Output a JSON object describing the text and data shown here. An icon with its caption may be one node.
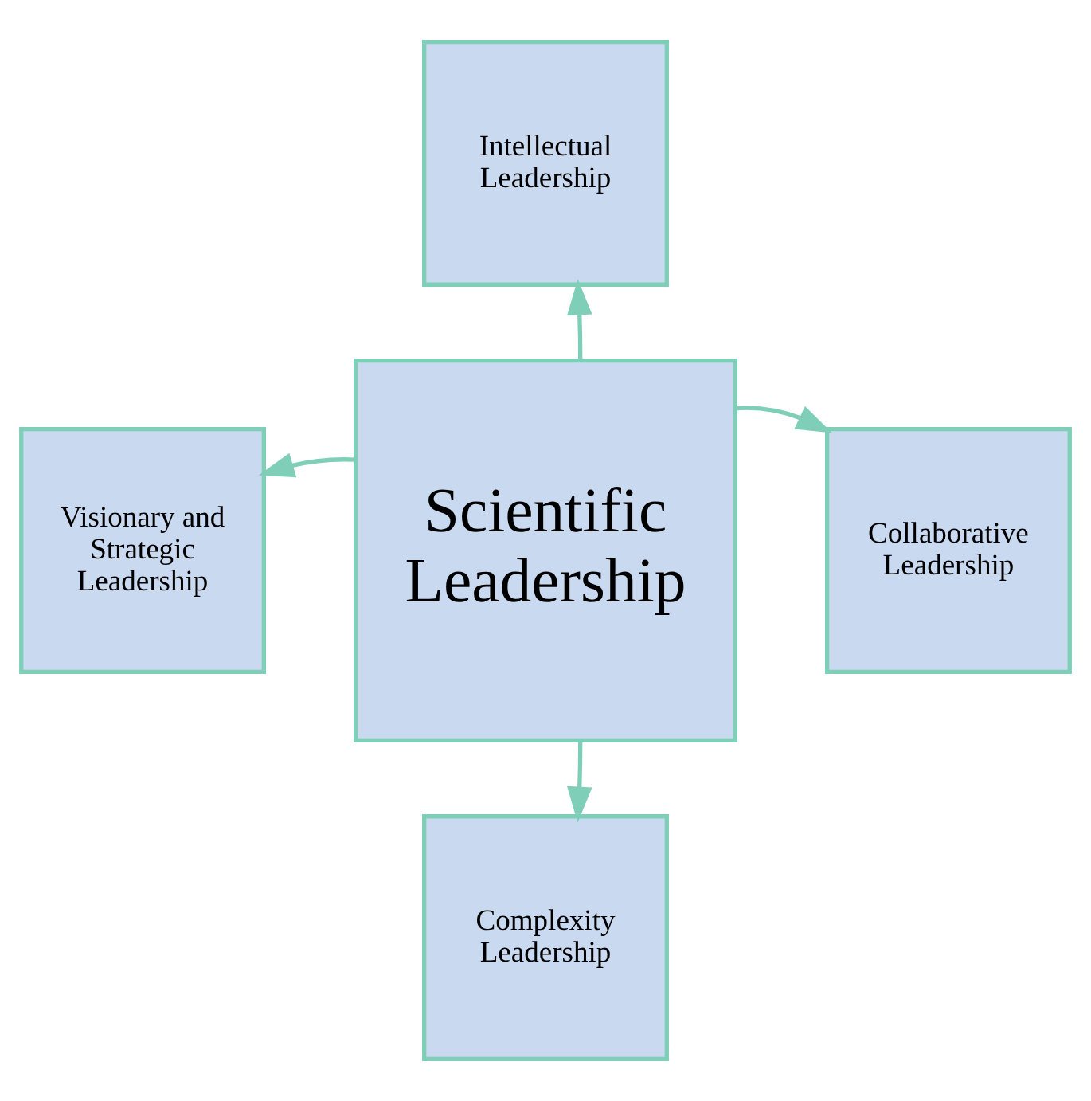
{
  "diagram": {
    "nodes": [
      {
        "text": [
          "Intellectual Leadership"
        ]
      },
      {
        "text": [
          "Visionary and Strategic Leadership"
        ]
      },
      {
        "text": [
          "Scientific Leadership"
        ]
      },
      {
        "text": [
          "Collaborative Leadership"
        ]
      },
      {
        "text": [
          "Complexity Leadership"
        ]
      }
    ],
    "edges": [
      {
        "from": 2,
        "to": 0,
        "arrow": "to"
      },
      {
        "from": 2,
        "to": 1,
        "arrow": "to"
      },
      {
        "from": 2,
        "to": 3,
        "arrow": "to"
      },
      {
        "from": 2,
        "to": 4,
        "arrow": "to"
      }
    ]
  }
}
